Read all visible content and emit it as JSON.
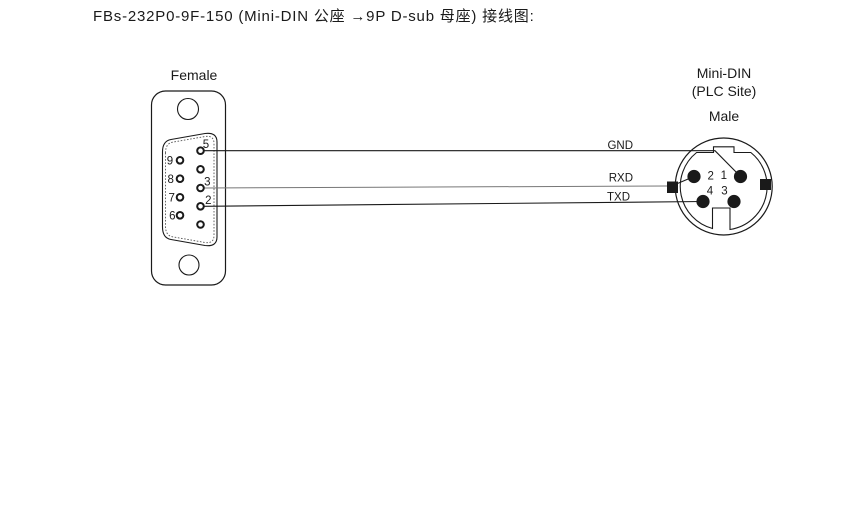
{
  "title": "FBs-232P0-9F-150 (Mini-DIN 公座 →9P D-sub 母座) 接线图:",
  "colors": {
    "line": "#1a1a1a",
    "background": "#ffffff"
  },
  "dsub_connector": {
    "gender_label": "Female",
    "pin_labels": {
      "p5": "5",
      "p9": "9",
      "p8": "8",
      "p3": "3",
      "p7": "7",
      "p2": "2",
      "p6": "6"
    }
  },
  "minidin_connector": {
    "type_label": "Mini-DIN",
    "site_label": "(PLC Site)",
    "gender_label": "Male",
    "pin_labels": {
      "p2": "2",
      "p1": "1",
      "p4": "4",
      "p3": "3"
    }
  },
  "wires": {
    "gnd": {
      "label": "GND",
      "from_dsub_pin": "5",
      "to_minidin_pin": "1"
    },
    "rxd": {
      "label": "RXD",
      "from_dsub_pin": "3",
      "to_minidin_pin": "2"
    },
    "txd": {
      "label": "TXD",
      "from_dsub_pin": "2",
      "to_minidin_pin": "4"
    }
  }
}
